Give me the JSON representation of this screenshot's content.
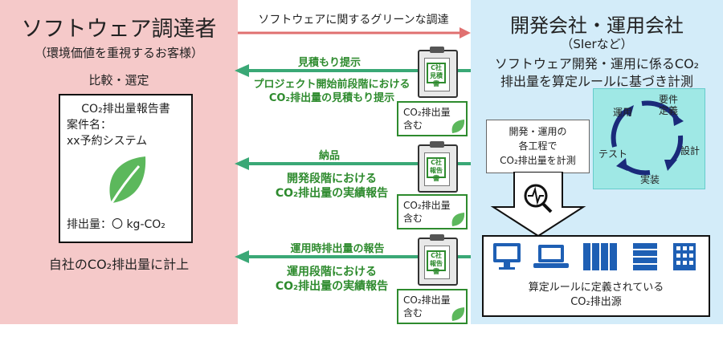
{
  "left": {
    "title": "ソフトウェア調達者",
    "subtitle": "（環境価値を重視するお客様）",
    "compare": "比較・選定",
    "report": {
      "title": "CO₂排出量報告書",
      "case_label": "案件名：",
      "case_value": "xx予約システム",
      "emission": "排出量：〇 kg-CO₂"
    },
    "footer": "自社のCO₂排出量に計上"
  },
  "right": {
    "title": "開発会社・運用会社",
    "sier": "（SIerなど）",
    "desc1": "ソフトウェア開発・運用に係るCO₂",
    "desc2": "排出量を算定ルールに基づき計測",
    "measure": [
      "開発・運用の",
      "各工程で",
      "CO₂排出量を計測"
    ],
    "cycle": {
      "youken": "要件\n定義",
      "sekkei": "設計",
      "jissou": "実装",
      "test": "テスト",
      "unyou": "運用"
    },
    "sources_label1": "算定ルールに定義されている",
    "sources_label2": "CO₂排出源"
  },
  "arrows": {
    "top": "ソフトウェアに関するグリーンな調達",
    "a1_head": "見積もり提示",
    "a1_l1": "プロジェクト開始前段階における",
    "a1_l2": "CO₂排出量の見積もり提示",
    "a2_head": "納品",
    "a2_l1": "開発段階における",
    "a2_l2": "CO₂排出量の実績報告",
    "a3_head": "運用時排出量の報告",
    "a3_l1": "運用段階における",
    "a3_l2": "CO₂排出量の実績報告"
  },
  "docs": {
    "stamp1": "C社\n見積書",
    "stamp2": "C社\n報告書",
    "stamp3": "C社\n報告書",
    "box_l1": "CO₂排出量",
    "box_l2": "含む"
  },
  "colors": {
    "left_bg": "#f5c9c9",
    "right_bg": "#d3ecf9",
    "arrow_green": "#3aa876",
    "arrow_red": "#e07070",
    "icon_blue": "#1e5fb4",
    "leaf": "#5cb85c"
  }
}
